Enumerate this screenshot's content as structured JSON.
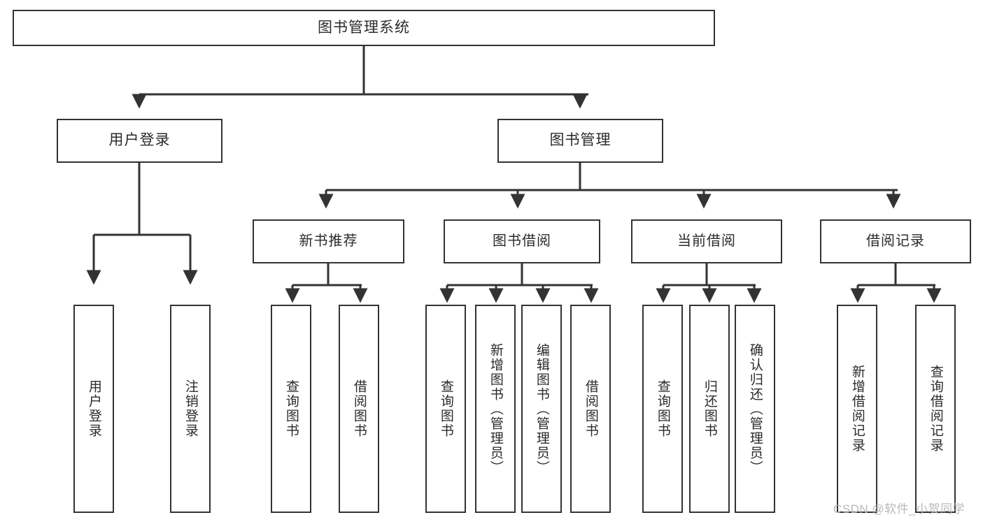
{
  "diagram": {
    "type": "tree-hierarchy-diagram",
    "title": "图书管理系统",
    "colors": {
      "box_border": "#333333",
      "box_fill": "#ffffff",
      "edge": "#333333",
      "text": "#2b2b2b",
      "watermark": "#b9b9b9",
      "background": "#ffffff"
    },
    "root": {
      "label": "图书管理系统"
    },
    "level1": [
      {
        "label": "用户登录"
      },
      {
        "label": "图书管理"
      }
    ],
    "level2": [
      {
        "label": "新书推荐"
      },
      {
        "label": "图书借阅"
      },
      {
        "label": "当前借阅"
      },
      {
        "label": "借阅记录"
      }
    ],
    "leaves": {
      "user_login": [
        {
          "label": "用户登录"
        },
        {
          "label": "注销登录"
        }
      ],
      "new_book_recommend": [
        {
          "label": "查询图书"
        },
        {
          "label": "借阅图书"
        }
      ],
      "book_borrow": [
        {
          "label": "查询图书"
        },
        {
          "label": "新增图书（管理员）"
        },
        {
          "label": "编辑图书（管理员）"
        },
        {
          "label": "借阅图书"
        }
      ],
      "current_borrow": [
        {
          "label": "查询图书"
        },
        {
          "label": "归还图书"
        },
        {
          "label": "确认归还（管理员）"
        }
      ],
      "borrow_record": [
        {
          "label": "新增借阅记录"
        },
        {
          "label": "查询借阅记录"
        }
      ]
    },
    "watermark": "CSDN @软件_小贺同学"
  }
}
